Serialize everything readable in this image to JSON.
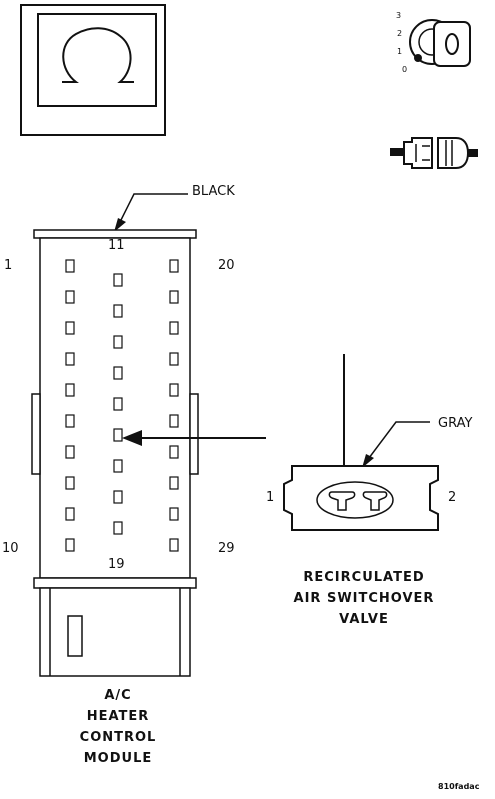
{
  "icons": {
    "omega_symbol": "omega-box-icon",
    "ignition_key": "ignition-key-icon",
    "connector_pair": "connector-pair-icon"
  },
  "key_positions": [
    "3",
    "2",
    "1",
    "0"
  ],
  "heater_connector": {
    "color_label": "BLACK",
    "pin_labels": {
      "top_left": "1",
      "top_middle": "11",
      "top_right": "20",
      "bottom_left": "10",
      "bottom_middle": "19",
      "bottom_right": "29"
    },
    "module_name": [
      "A/C",
      "HEATER",
      "CONTROL",
      "MODULE"
    ]
  },
  "valve_connector": {
    "color_label": "GRAY",
    "pin_left": "1",
    "pin_right": "2",
    "name": [
      "RECIRCULATED",
      "AIR SWITCHOVER",
      "VALVE"
    ]
  },
  "figure_id": "810fadac"
}
